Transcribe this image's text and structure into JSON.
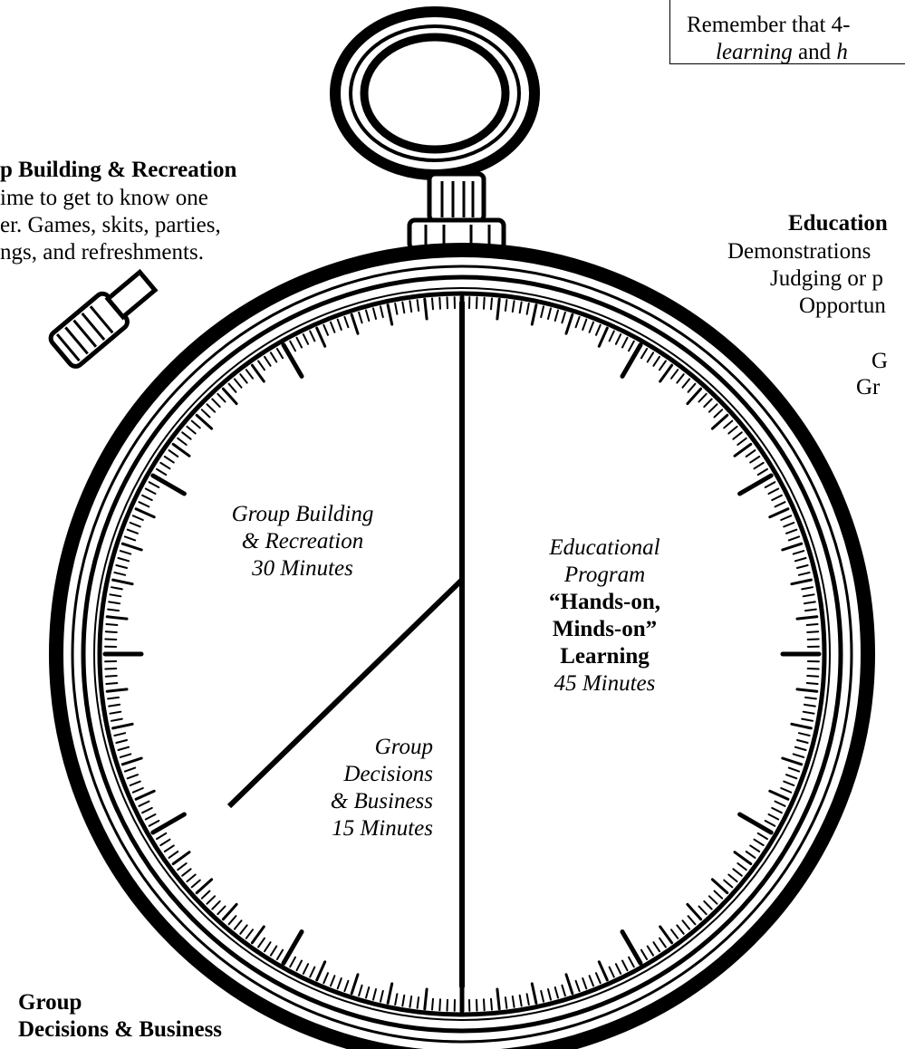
{
  "note": {
    "line1": "Remember that 4-",
    "line2_italic1": "learning",
    "line2_mid": " and ",
    "line2_italic2": "h"
  },
  "left_panel": {
    "title": "p Building & Recreation",
    "line1": "ime to get to know one",
    "line2": "er. Games, skits, parties,",
    "line3": "ngs, and refreshments."
  },
  "right_panel": {
    "title": "Education",
    "line1": "Demonstrations",
    "line2": "Judging or p",
    "line3": "Opportun",
    "line4": "G",
    "line5": "Gr"
  },
  "bottom_left": {
    "line1": "Group",
    "line2": "Decisions & Business"
  },
  "face": {
    "segment_recreation": {
      "line1": "Group Building",
      "line2": "& Recreation",
      "line3": "30 Minutes"
    },
    "segment_education": {
      "line1": "Educational",
      "line2": "Program",
      "line3": "“Hands-on,",
      "line4": "Minds-on”",
      "line5": "Learning",
      "line6": "45 Minutes"
    },
    "segment_business": {
      "line1": "Group",
      "line2": "Decisions",
      "line3": "& Business",
      "line4": "15 Minutes"
    }
  },
  "colors": {
    "ink": "#000000",
    "paper": "#ffffff"
  },
  "icons": [
    "stopwatch-icon"
  ]
}
